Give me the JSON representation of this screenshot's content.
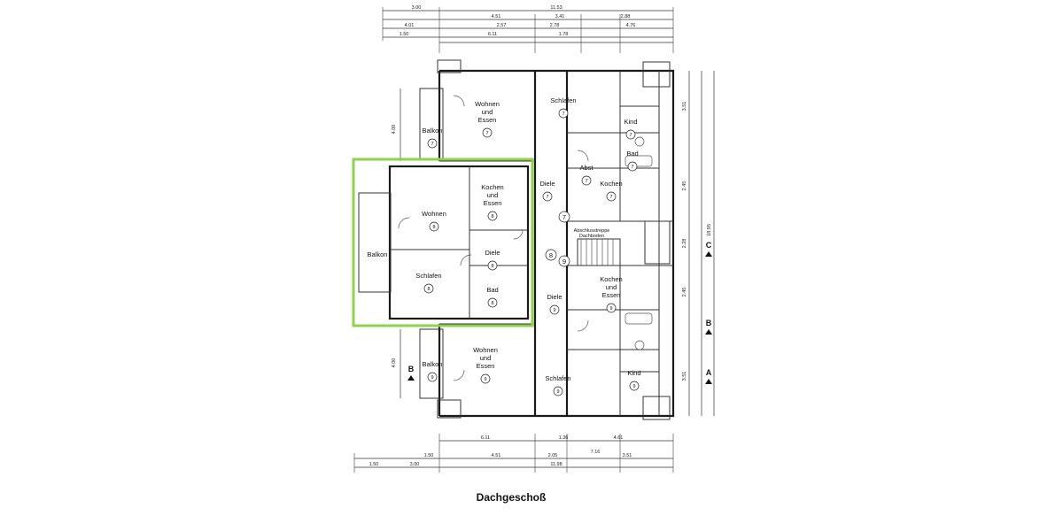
{
  "title": "Dachgeschoß",
  "highlight_color": "#8fd14f",
  "rooms": [
    {
      "id": "wohnen-top",
      "label": "Wohnen|und|Essen",
      "unit": "7"
    },
    {
      "id": "schlafen-top",
      "label": "Schlafen",
      "unit": "7"
    },
    {
      "id": "kind-top",
      "label": "Kind",
      "unit": "7"
    },
    {
      "id": "bad-top",
      "label": "Bad",
      "unit": "7"
    },
    {
      "id": "abst-top",
      "label": "Abst",
      "unit": "7"
    },
    {
      "id": "kochen-top",
      "label": "Kochen",
      "unit": "7"
    },
    {
      "id": "diele-top",
      "label": "Diele",
      "unit": "7"
    },
    {
      "id": "balkon-top",
      "label": "Balkon",
      "unit": "7"
    },
    {
      "id": "wohnen-mid",
      "label": "Wohnen",
      "unit": "8"
    },
    {
      "id": "kochen-mid",
      "label": "Kochen|und|Essen",
      "unit": "8"
    },
    {
      "id": "diele-mid",
      "label": "Diele",
      "unit": "8"
    },
    {
      "id": "schlafen-mid",
      "label": "Schlafen",
      "unit": "8"
    },
    {
      "id": "bad-mid",
      "label": "Bad",
      "unit": "8"
    },
    {
      "id": "balkon-mid",
      "label": "Balkon",
      "unit": ""
    },
    {
      "id": "kochen-right",
      "label": "Kochen|und|Essen",
      "unit": "9"
    },
    {
      "id": "diele-bot",
      "label": "Diele",
      "unit": "9"
    },
    {
      "id": "wohnen-bot",
      "label": "Wohnen|und|Essen",
      "unit": "9"
    },
    {
      "id": "schlafen-bot",
      "label": "Schlafen",
      "unit": "9"
    },
    {
      "id": "kind-bot",
      "label": "Kind",
      "unit": "9"
    },
    {
      "id": "balkon-bot",
      "label": "Balkon",
      "unit": "9"
    }
  ],
  "stair": {
    "labels": [
      "Abschlusstreppe",
      "Dachboden"
    ],
    "units": [
      "7",
      "8",
      "9"
    ]
  },
  "dims_top_row1": [
    "3.00",
    "11.53"
  ],
  "dims_top_row2": [
    "4.51",
    "3.41",
    "2.88"
  ],
  "dims_top_row3": [
    "4.01",
    "2.57",
    "2.78",
    "4.76"
  ],
  "dims_top_row4": [
    "1.50",
    "6.11",
    "1.78"
  ],
  "dims_bot_row1": [
    "6.11",
    "1.36",
    "4.61"
  ],
  "dims_bot_row2": [
    "1.50",
    "4.51",
    "2.05",
    "7.16",
    "3.51"
  ],
  "dims_bot_row3": [
    "1.50",
    "3.00",
    "11.98"
  ],
  "dims_left": [
    "4.00",
    "4.00"
  ],
  "dims_right": [
    "18.95",
    "3.51",
    "2.45",
    "2.28",
    "2.45",
    "3.51"
  ],
  "section_marks": {
    "A": "A",
    "B": "B",
    "C": "C"
  }
}
